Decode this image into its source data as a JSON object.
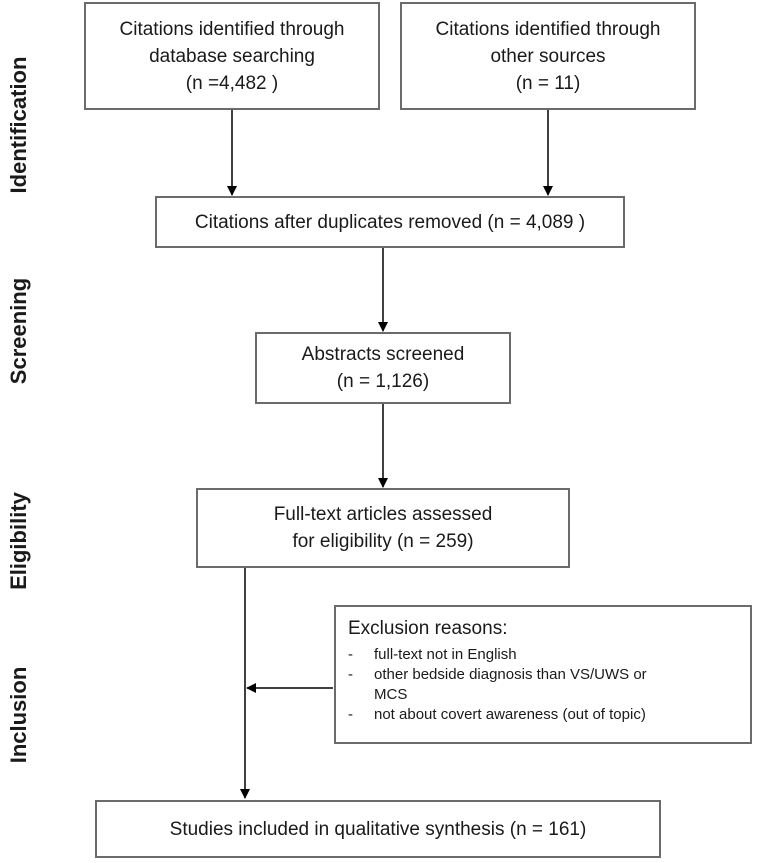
{
  "stages": [
    "Identification",
    "Screening",
    "Eligibility",
    "Inclusion"
  ],
  "boxes": {
    "database": [
      "Citations identified through",
      "database searching",
      "(n =4,482 )"
    ],
    "other": [
      "Citations identified through",
      "other sources",
      "(n = 11)"
    ],
    "duplicates": [
      "Citations after duplicates removed (n = 4,089 )"
    ],
    "abstracts": [
      "Abstracts screened",
      "(n = 1,126)"
    ],
    "fulltext": [
      "Full-text articles assessed",
      "for eligibility  (n = 259)"
    ],
    "included": [
      "Studies included in qualitative synthesis (n = 161)"
    ]
  },
  "exclusion": {
    "title": "Exclusion reasons:",
    "items": [
      "full-text not in English",
      "other bedside diagnosis than VS/UWS or MCS",
      "not about covert awareness (out of topic)"
    ]
  }
}
